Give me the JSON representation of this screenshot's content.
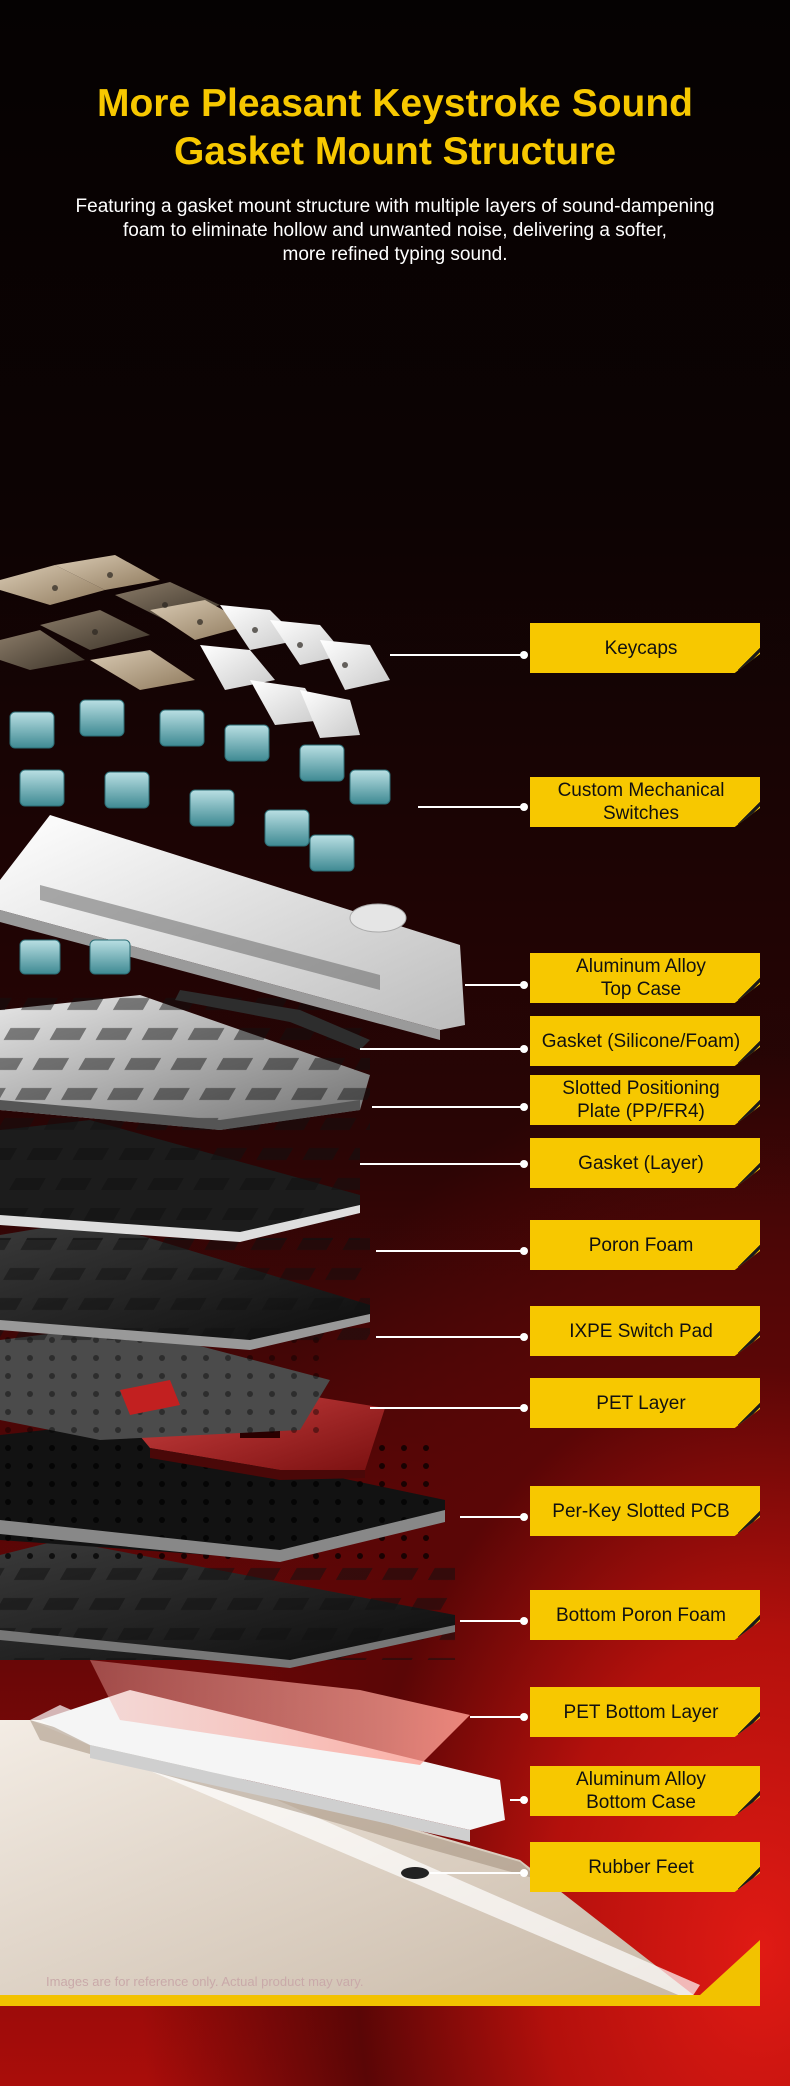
{
  "header": {
    "title_line1": "More Pleasant Keystroke Sound",
    "title_line2": "Gasket Mount Structure",
    "subtitle_line1": "Featuring a gasket mount structure with multiple layers of sound-dampening",
    "subtitle_line2": "foam to eliminate hollow and unwanted noise, delivering a softer,",
    "subtitle_line3": "more refined typing sound."
  },
  "labels": [
    {
      "line1": "Keycaps",
      "line2": ""
    },
    {
      "line1": "Custom Mechanical",
      "line2": "Switches"
    },
    {
      "line1": "Aluminum Alloy",
      "line2": "Top Case"
    },
    {
      "line1": "Gasket (Silicone/Foam)",
      "line2": ""
    },
    {
      "line1": "Slotted Positioning",
      "line2": "Plate (PP/FR4)"
    },
    {
      "line1": "Gasket (Layer)",
      "line2": ""
    },
    {
      "line1": "Poron Foam",
      "line2": ""
    },
    {
      "line1": "IXPE Switch Pad",
      "line2": ""
    },
    {
      "line1": "PET Layer",
      "line2": ""
    },
    {
      "line1": "Per-Key Slotted PCB",
      "line2": ""
    },
    {
      "line1": "Bottom Poron Foam",
      "line2": ""
    },
    {
      "line1": "PET Bottom Layer",
      "line2": ""
    },
    {
      "line1": "Aluminum Alloy",
      "line2": "Bottom Case"
    },
    {
      "line1": "Rubber Feet",
      "line2": ""
    }
  ],
  "footer": {
    "disclaimer": "Images are for reference only. Actual product may vary."
  },
  "colors": {
    "accent": "#f7c800",
    "background_top": "#050202",
    "background_glow": "#e01a14"
  }
}
